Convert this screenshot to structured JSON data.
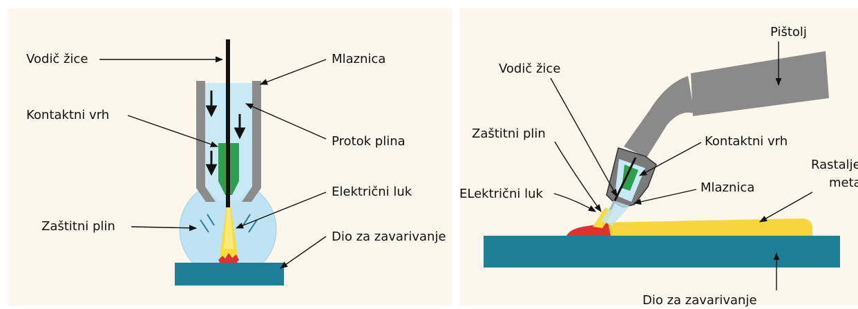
{
  "colors": {
    "background": "#fdf6ec",
    "gas": "#bfe3f2",
    "nozzle": "#8c8c8c",
    "contact_tip": "#2e9e4f",
    "arc": "#f7dc3a",
    "spatter": "#e03030",
    "workpiece": "#1f7f96",
    "molten_metal": "#f6d53e",
    "gun": "#8a8a8a",
    "arrow": "#111111"
  },
  "left_diagram": {
    "labels": {
      "wire_guide": "Vodič žice",
      "nozzle": "Mlaznica",
      "contact_tip": "Kontaktni vrh",
      "gas_flow": "Protok plina",
      "electric_arc": "Električni luk",
      "shielding_gas": "Zaštitni plin",
      "workpiece": "Dio za zavarivanje"
    }
  },
  "right_diagram": {
    "labels": {
      "gun": "Pištolj",
      "wire_guide": "Vodič žice",
      "shielding_gas": "Zaštitni plin",
      "contact_tip": "Kontaktni vrh",
      "molten_metal_line1": "Rastaljen",
      "molten_metal_line2": "metal",
      "electric_arc": "ELektrični luk",
      "nozzle": "Mlaznica",
      "workpiece": "Dio za zavarivanje"
    }
  }
}
